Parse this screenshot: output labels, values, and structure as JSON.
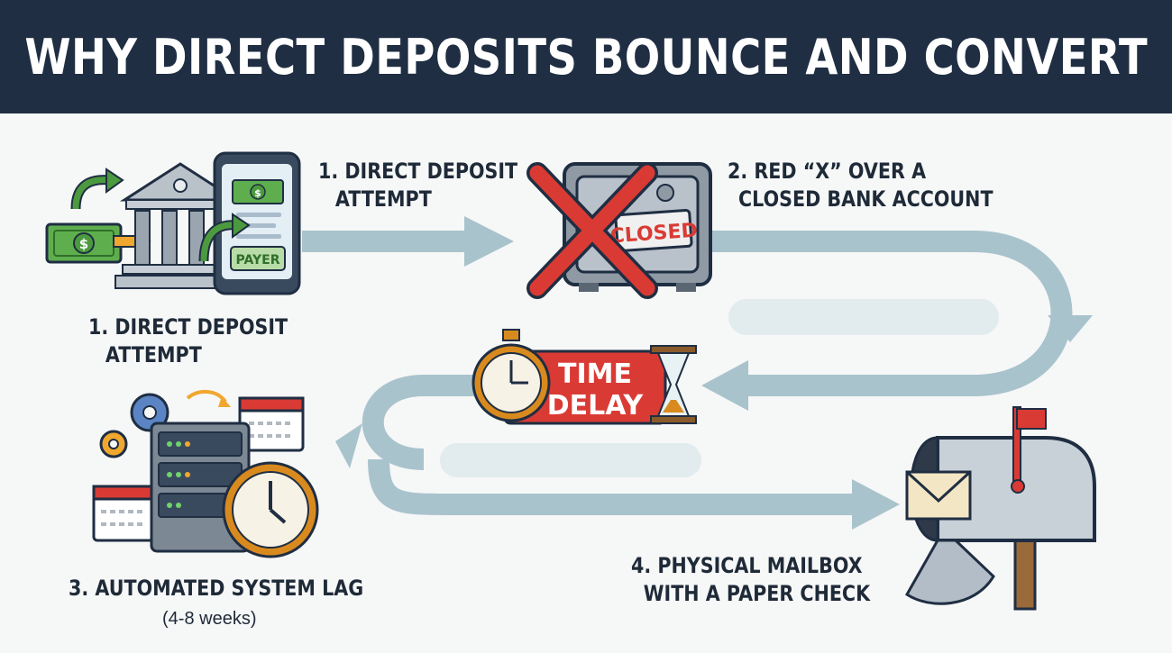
{
  "title": "WHY DIRECT DEPOSITS BOUNCE AND CONVERT",
  "steps": {
    "step1_top": {
      "line1": "1. DIRECT DEPOSIT",
      "line2": "ATTEMPT"
    },
    "step1_left": {
      "line1": "1. DIRECT DEPOSIT",
      "line2": "ATTEMPT"
    },
    "step2": {
      "line1": "2. RED “X” OVER A",
      "line2": "CLOSED BANK ACCOUNT"
    },
    "step3": {
      "line1": "3.  AUTOMATED SYSTEM LAG",
      "sub": "(4-8 weeks)"
    },
    "step4": {
      "line1": "4.  PHYSICAL MAILBOX",
      "line2": "WITH A PAPER CHECK"
    }
  },
  "icons": {
    "payer_label": "PAYER",
    "closed_sign": "CLOSED",
    "time_delay_line1": "TIME",
    "time_delay_line2": "DELAY"
  },
  "colors": {
    "header_bg": "#1f2e42",
    "arrow": "#a9c3cd",
    "red": "#d93b34",
    "money_green": "#4c9a3f",
    "clock_orange": "#d98a1e",
    "navy": "#1f2e42"
  }
}
